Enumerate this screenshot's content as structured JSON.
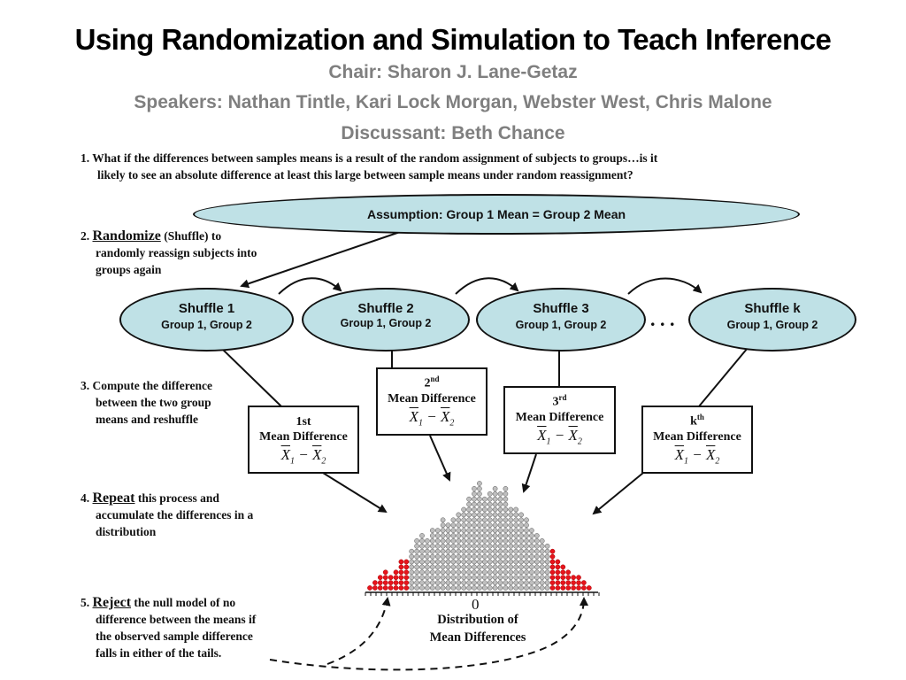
{
  "header": {
    "title": "Using Randomization and Simulation to Teach Inference",
    "chair": "Chair: Sharon J. Lane-Getaz",
    "speakers": "Speakers: Nathan Tintle, Kari Lock Morgan, Webster West, Chris Malone",
    "discussant": "Discussant: Beth Chance"
  },
  "steps": {
    "s1": {
      "num": "1.",
      "line1": "What if the differences between samples means is a result of the random assignment of subjects to groups…is it",
      "line2": "likely to see an absolute difference at least this large between sample means under random reassignment?"
    },
    "s2": {
      "num": "2.",
      "keyword": "Randomize",
      "rest1": "(Shuffle) to",
      "line2": "randomly reassign subjects into",
      "line3": "groups again"
    },
    "s3": {
      "num": "3.",
      "line1": "Compute the difference",
      "line2": "between the two group",
      "line3": "means and reshuffle"
    },
    "s4": {
      "num": "4.",
      "keyword": "Repeat",
      "rest1": "this process and",
      "line2": "accumulate the differences in a",
      "line3": "distribution"
    },
    "s5": {
      "num": "5.",
      "keyword": "Reject",
      "rest1": "the null model of no",
      "line2": "difference between the means if",
      "line3": "the observed sample difference",
      "line4": "falls in either of the tails."
    }
  },
  "assumption": "Assumption: Group 1 Mean = Group 2 Mean",
  "shuffles": [
    {
      "title": "Shuffle 1",
      "groups": "Group 1, Group 2"
    },
    {
      "title": "Shuffle 2",
      "groups": "Group 1, Group 2"
    },
    {
      "title": "Shuffle 3",
      "groups": "Group 1, Group 2"
    },
    {
      "title": "Shuffle k",
      "groups": "Group 1, Group 2"
    }
  ],
  "ellipsis": ". . .",
  "mean_boxes": [
    {
      "ordinal": "1st",
      "label": "Mean Difference"
    },
    {
      "ordinal_base": "2",
      "ordinal_sup": "nd",
      "label": "Mean Difference"
    },
    {
      "ordinal_base": "3",
      "ordinal_sup": "rd",
      "label": "Mean Difference"
    },
    {
      "ordinal_base": "k",
      "ordinal_sup": "th",
      "label": "Mean Difference"
    }
  ],
  "formula": {
    "x1": "X",
    "sub1": "1",
    "minus": " − ",
    "x2": "X",
    "sub2": "2"
  },
  "distribution": {
    "zero_label": "0",
    "label_line1": "Distribution of",
    "label_line2": "Mean Differences",
    "dot_color": "#bfbfbf",
    "tail_color": "#e8141c",
    "column_heights": [
      1,
      2,
      3,
      4,
      3,
      4,
      6,
      6,
      8,
      10,
      11,
      10,
      12,
      12,
      14,
      13,
      14,
      15,
      16,
      18,
      20,
      21,
      18,
      19,
      20,
      19,
      20,
      16,
      16,
      15,
      14,
      12,
      11,
      10,
      9,
      8,
      6,
      5,
      4,
      3,
      3,
      2,
      1
    ],
    "tail_columns_each_side": 8
  },
  "colors": {
    "oval_fill": "#bfe1e6",
    "subtitle": "#7f7f7f"
  }
}
